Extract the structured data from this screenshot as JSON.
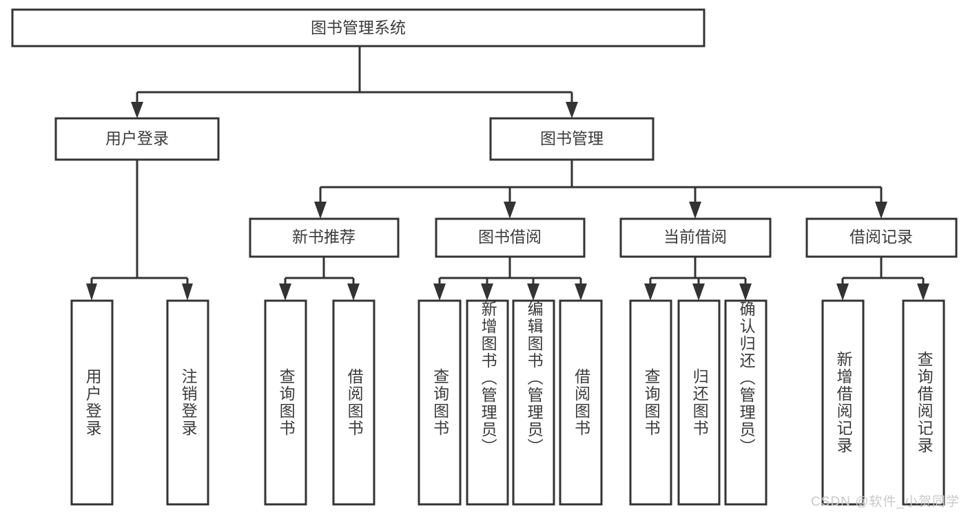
{
  "diagram": {
    "type": "tree-hierarchy",
    "title": "图书管理系统",
    "orientation": "top-down",
    "colors": {
      "box_stroke": "#333333",
      "box_fill": "#ffffff",
      "text": "#3b3b3b",
      "connector": "#333333",
      "watermark": "#c9c9c9",
      "background": "#ffffff"
    },
    "root": {
      "label": "图书管理系统"
    },
    "level2": [
      {
        "label": "用户登录"
      },
      {
        "label": "图书管理"
      }
    ],
    "level3": [
      {
        "label": "新书推荐"
      },
      {
        "label": "图书借阅"
      },
      {
        "label": "当前借阅"
      },
      {
        "label": "借阅记录"
      }
    ],
    "leaves": {
      "user_login": [
        {
          "label": "用户登录"
        },
        {
          "label": "注销登录"
        }
      ],
      "new_book": [
        {
          "label": "查询图书"
        },
        {
          "label": "借阅图书"
        }
      ],
      "book_borrow": [
        {
          "label": "查询图书"
        },
        {
          "label": "新增图书（管理员）"
        },
        {
          "label": "编辑图书（管理员）"
        },
        {
          "label": "借阅图书"
        }
      ],
      "current_borrow": [
        {
          "label": "查询图书"
        },
        {
          "label": "归还图书"
        },
        {
          "label": "确认归还（管理员）"
        }
      ],
      "borrow_record": [
        {
          "label": "新增借阅记录"
        },
        {
          "label": "查询借阅记录"
        }
      ]
    }
  },
  "watermark": {
    "text": "CSDN @软件_小贺同学"
  }
}
